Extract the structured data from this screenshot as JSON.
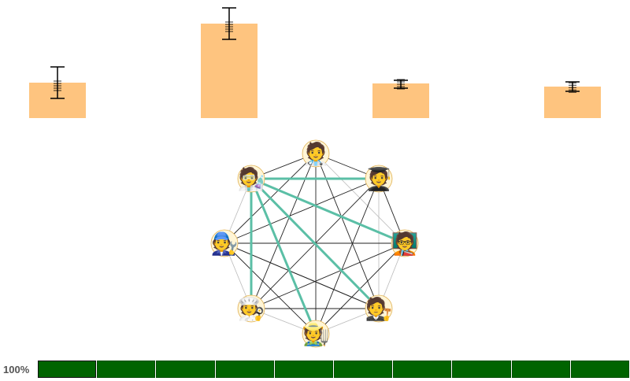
{
  "colors": {
    "bar_fill": "#fec47f",
    "error_bar": "#000000",
    "edge_highlight": "#5bbfa6",
    "edge_dark": "#222222",
    "edge_light": "#bbbbbb",
    "progress_fill": "#006400",
    "progress_label": "#555555"
  },
  "chart_data": {
    "type": "bar",
    "categories": [
      "",
      "",
      "",
      ""
    ],
    "values": [
      45,
      120,
      44,
      40
    ],
    "error_low": [
      25,
      100,
      38,
      34
    ],
    "error_high": [
      65,
      140,
      48,
      46
    ],
    "ylim": [
      0,
      150
    ],
    "grid": false,
    "legend": "none",
    "xlabel": "",
    "ylabel": ""
  },
  "network": {
    "nodes": [
      {
        "id": "health-worker",
        "icon": "health-worker-icon",
        "glyph": "🧑‍⚕️"
      },
      {
        "id": "student",
        "icon": "student-icon",
        "glyph": "🧑‍🎓"
      },
      {
        "id": "teacher",
        "icon": "teacher-icon",
        "glyph": "🧑‍🏫"
      },
      {
        "id": "judge",
        "icon": "judge-icon",
        "glyph": "🧑‍⚖️"
      },
      {
        "id": "farmer",
        "icon": "farmer-icon",
        "glyph": "🧑‍🌾"
      },
      {
        "id": "cook",
        "icon": "cook-icon",
        "glyph": "🧑‍🍳"
      },
      {
        "id": "mechanic",
        "icon": "mechanic-icon",
        "glyph": "🧑‍🔧"
      },
      {
        "id": "scientist",
        "icon": "scientist-icon",
        "glyph": "🧑‍🔬"
      }
    ],
    "highlight_edges": [
      [
        7,
        1
      ],
      [
        7,
        2
      ],
      [
        7,
        3
      ],
      [
        7,
        4
      ],
      [
        7,
        5
      ]
    ],
    "dark_edges": [
      [
        0,
        1
      ],
      [
        0,
        3
      ],
      [
        0,
        4
      ],
      [
        0,
        5
      ],
      [
        0,
        6
      ],
      [
        0,
        7
      ],
      [
        1,
        2
      ],
      [
        1,
        4
      ],
      [
        1,
        5
      ],
      [
        1,
        6
      ],
      [
        2,
        5
      ],
      [
        2,
        6
      ],
      [
        3,
        5
      ],
      [
        3,
        6
      ],
      [
        4,
        6
      ],
      [
        4,
        2
      ],
      [
        6,
        3
      ]
    ],
    "light_edges": [
      [
        1,
        3
      ],
      [
        2,
        4
      ],
      [
        3,
        4
      ],
      [
        5,
        4
      ],
      [
        6,
        5
      ],
      [
        7,
        6
      ],
      [
        0,
        2
      ],
      [
        2,
        3
      ]
    ]
  },
  "progress": {
    "label": "100%",
    "fraction": 1.0,
    "segments": 10
  }
}
